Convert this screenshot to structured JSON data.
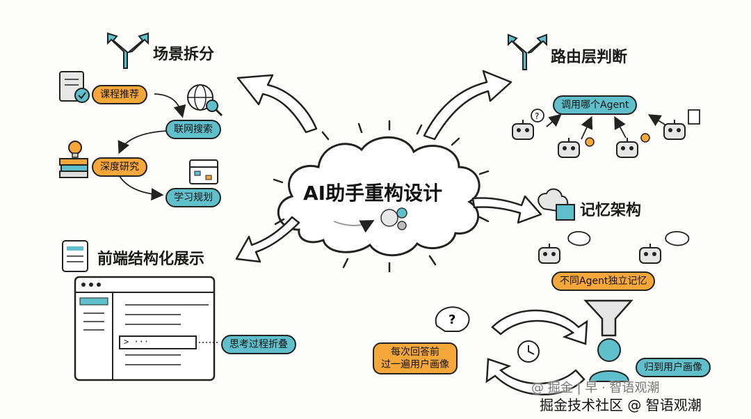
{
  "center": {
    "title": "AI助手重构设计"
  },
  "topics": {
    "scene_split": "场景拆分",
    "routing": "路由层判断",
    "memory": "记忆架构",
    "frontend": "前端结构化展示"
  },
  "scene_items": {
    "course": "课程推荐",
    "search": "联网搜索",
    "research": "深度研究",
    "plan": "学习规划"
  },
  "routing_pill": "调用哪个Agent",
  "memory_items": {
    "separate": "不同Agent独立记忆",
    "profile": "归到用户画像",
    "review_line1": "每次回答前",
    "review_line2": "过一遍用户画像"
  },
  "frontend_items": {
    "code_row": "> ···",
    "fold": "思考过程折叠"
  },
  "watermark": {
    "line1": "@ 掘金 | 早 · 智语观潮",
    "line2": "掘金技术社区 @ 智语观潮"
  },
  "colors": {
    "orange": "#f6a73a",
    "teal": "#5fc0cc",
    "ink": "#222222"
  }
}
